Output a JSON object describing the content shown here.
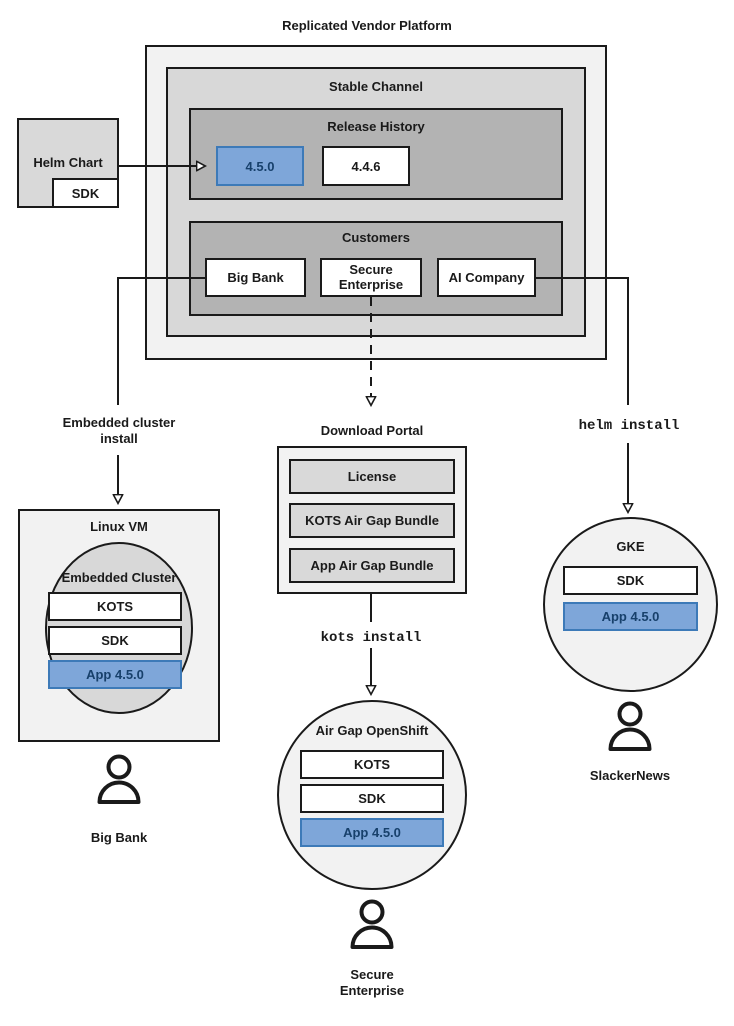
{
  "diagram": {
    "title": "Replicated Vendor Platform",
    "platform": {
      "channel_title": "Stable Channel",
      "release_history": {
        "title": "Release History",
        "releases": [
          {
            "version": "4.5.0",
            "state": "current",
            "color": "#7ea6d9"
          },
          {
            "version": "4.4.6",
            "state": "previous",
            "color": "#ffffff"
          }
        ]
      },
      "customers": {
        "title": "Customers",
        "items": [
          {
            "name": "Big Bank"
          },
          {
            "name": "Secure\nEnterprise",
            "line1": "Secure",
            "line2": "Enterprise"
          },
          {
            "name": "AI Company"
          }
        ]
      }
    },
    "source": {
      "helm_chart_label": "Helm Chart",
      "sdk_label": "SDK"
    },
    "flows": [
      {
        "label_line1": "Embedded cluster",
        "label_line2": "install",
        "style": "plain"
      },
      {
        "label": "kots install",
        "style": "mono"
      },
      {
        "label": "helm install",
        "style": "mono"
      }
    ],
    "download_portal": {
      "title": "Download Portal",
      "items": [
        "License",
        "KOTS Air Gap Bundle",
        "App Air Gap Bundle"
      ]
    },
    "targets": [
      {
        "id": "linux-vm",
        "shape": "rect",
        "title": "Linux VM",
        "inner": {
          "title": "Embedded Cluster",
          "components": [
            {
              "label": "KOTS",
              "fill": "#ffffff"
            },
            {
              "label": "SDK",
              "fill": "#ffffff"
            },
            {
              "label": "App 4.5.0",
              "fill": "#7ea6d9"
            }
          ]
        },
        "persona": "Big Bank"
      },
      {
        "id": "air-gap-openshift",
        "shape": "circle",
        "title": "Air Gap OpenShift",
        "components": [
          {
            "label": "KOTS",
            "fill": "#ffffff"
          },
          {
            "label": "SDK",
            "fill": "#ffffff"
          },
          {
            "label": "App 4.5.0",
            "fill": "#7ea6d9"
          }
        ],
        "persona_line1": "Secure",
        "persona_line2": "Enterprise"
      },
      {
        "id": "gke",
        "shape": "circle",
        "title": "GKE",
        "components": [
          {
            "label": "SDK",
            "fill": "#ffffff"
          },
          {
            "label": "App 4.5.0",
            "fill": "#7ea6d9"
          }
        ],
        "persona": "SlackerNews"
      }
    ],
    "colors": {
      "platform_outer": "#f2f2f2",
      "channel": "#d8d8d8",
      "release_history": "#b3b3b3",
      "accent_blue": "#7ea6d9",
      "accent_blue_border": "#3d7ab8",
      "accent_blue_text": "#17406b",
      "stroke": "#1a1a1a",
      "item_gray": "#d9d9d9"
    }
  }
}
